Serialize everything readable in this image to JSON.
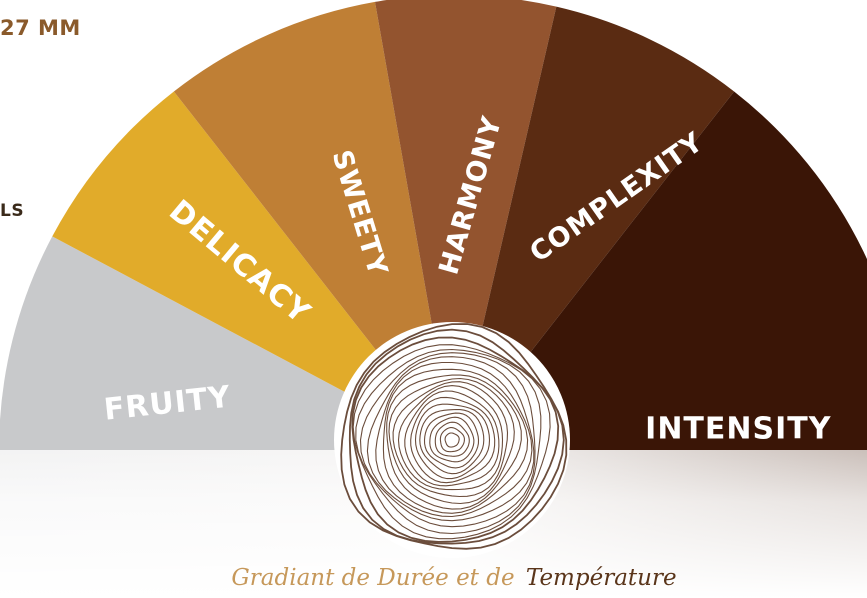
{
  "corner_labels": {
    "top": "27 MM",
    "side": "LS"
  },
  "segments": [
    {
      "label": "FRUITY",
      "color": "#c8c9cb"
    },
    {
      "label": "DELICACY",
      "color": "#e1ab2a"
    },
    {
      "label": "SWEETY",
      "color": "#bf7f35"
    },
    {
      "label": "HARMONY",
      "color": "#93542f"
    },
    {
      "label": "COMPLEXITY",
      "color": "#5a2b12"
    },
    {
      "label": "INTENSITY",
      "color": "#3a1506"
    }
  ],
  "center_icon": "tree-rings-icon",
  "caption": {
    "part1": "Gradiant de Durée et de",
    "part2": "Température",
    "color1": "#c6985a",
    "color2": "#5a351a"
  }
}
